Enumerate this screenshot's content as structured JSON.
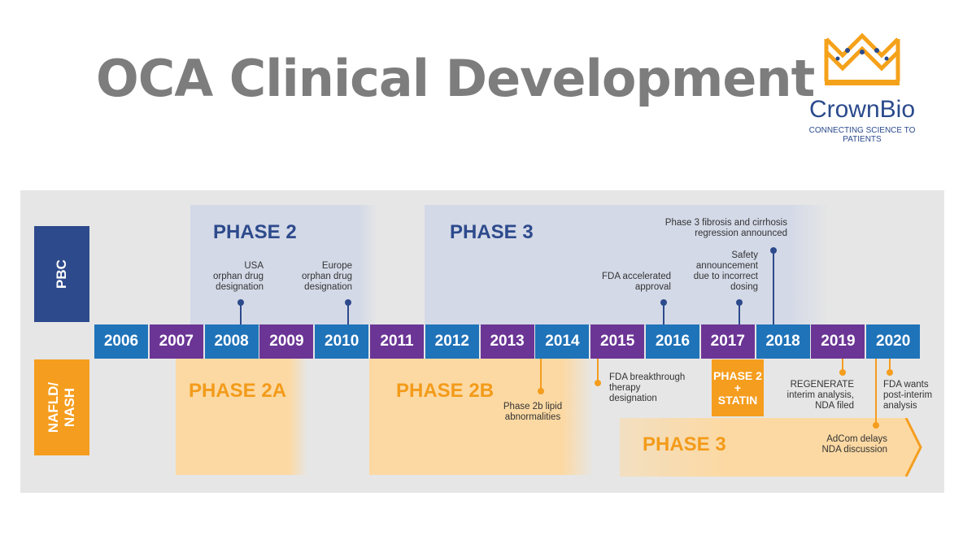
{
  "title": "OCA Clinical Development",
  "logo": {
    "name": "CrownBio",
    "tagline": "CONNECTING SCIENCE TO PATIENTS"
  },
  "colors": {
    "blue": "#2d4a8c",
    "orange": "#f59d1e",
    "year_blue": "#1f73b9",
    "year_purple": "#6b3595"
  },
  "indications": {
    "pbc": "PBC",
    "nash": "NAFLD/\nNASH"
  },
  "years": [
    "2006",
    "2007",
    "2008",
    "2009",
    "2010",
    "2011",
    "2012",
    "2013",
    "2014",
    "2015",
    "2016",
    "2017",
    "2018",
    "2019",
    "2020"
  ],
  "pbc_phases": {
    "phase2": "PHASE 2",
    "phase3": "PHASE 3"
  },
  "nash_phases": {
    "phase2a": "PHASE 2A",
    "phase2b": "PHASE 2B",
    "phase3": "PHASE 3",
    "phase2_statin": "PHASE 2\n+\nSTATIN"
  },
  "pbc_events": {
    "usa_orphan": "USA\norphan drug\ndesignation",
    "europe_orphan": "Europe\norphan drug\ndesignation",
    "fda_accelerated": "FDA accelerated\napproval",
    "safety": "Safety\nannouncement\ndue to incorrect\ndosing",
    "fibrosis": "Phase 3 fibrosis and cirrhosis\nregression announced"
  },
  "nash_events": {
    "lipid": "Phase 2b lipid\nabnormalities",
    "breakthrough": "FDA breakthrough\ntherapy\ndesignation",
    "regenerate": "REGENERATE\ninterim analysis,\nNDA filed",
    "fda_wants": "FDA wants\npost-interim\nanalysis",
    "adcom": "AdCom delays\nNDA discussion"
  }
}
